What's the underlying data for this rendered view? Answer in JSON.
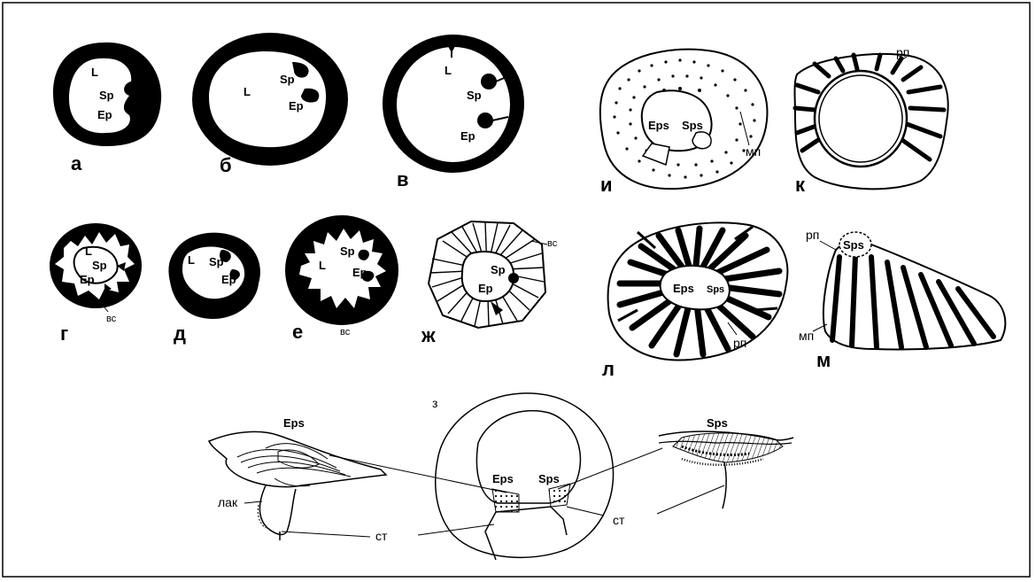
{
  "figure": {
    "panel_letters": {
      "a": "а",
      "b": "б",
      "v": "в",
      "g": "г",
      "d": "д",
      "e": "е",
      "zh": "ж",
      "z": "з",
      "i": "и",
      "k": "к",
      "l": "л",
      "m": "м"
    },
    "labels": {
      "L": "L",
      "Sp": "Sp",
      "Ep": "Ep",
      "Eps": "Eps",
      "Sps": "Sps",
      "vs": "вс",
      "mp": "мп",
      "rp": "рп",
      "st": "ст",
      "lak": "лак"
    }
  }
}
